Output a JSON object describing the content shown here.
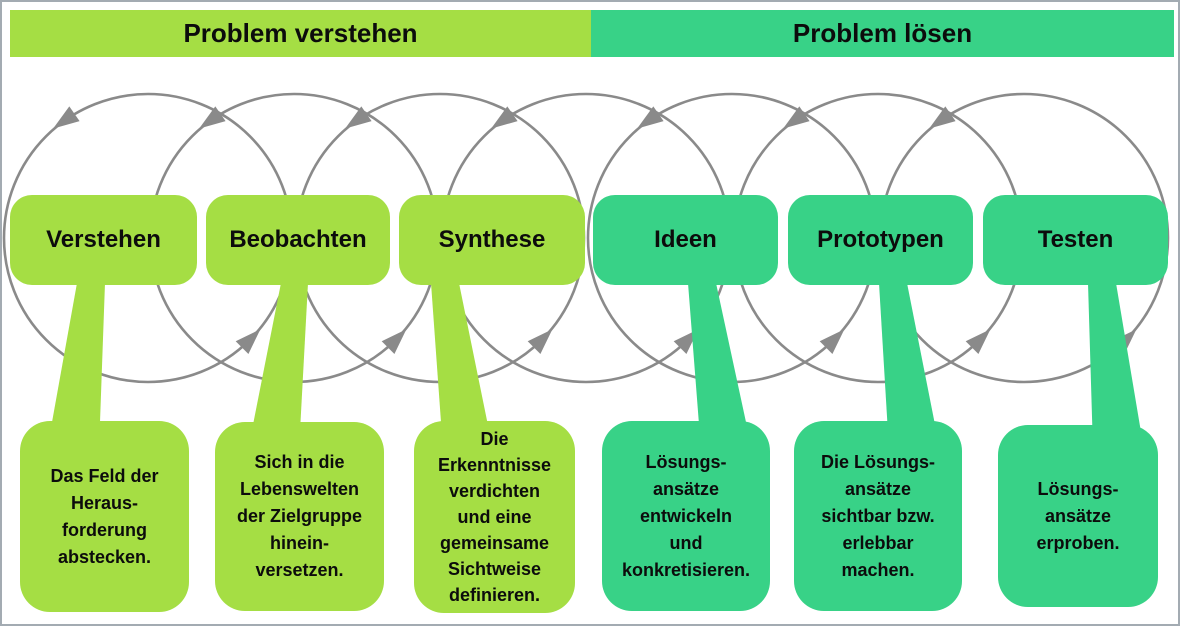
{
  "colors": {
    "light_green": "#a5de44",
    "green": "#38d287",
    "arrow_gray": "#8a8a8a",
    "border_gray": "#a3abb2",
    "background": "#ffffff",
    "text": "#0c0c0c"
  },
  "phases": [
    {
      "label": "Problem verstehen",
      "color_key": "light_green"
    },
    {
      "label": "Problem lösen",
      "color_key": "green"
    }
  ],
  "stages": [
    {
      "label": "Verstehen",
      "phase": 0,
      "description": "Das Feld der\nHeraus-\nforderung\nabstecken."
    },
    {
      "label": "Beobachten",
      "phase": 0,
      "description": "Sich in die\nLebenswelten\nder Zielgruppe\nhinein-\nversetzen."
    },
    {
      "label": "Synthese",
      "phase": 0,
      "description": "Die\nErkenntnisse\nverdichten\nund eine\ngemeinsame\nSichtweise\ndefinieren."
    },
    {
      "label": "Ideen",
      "phase": 1,
      "description": "Lösungs-\nansätze\nentwickeln\nund\nkonkretisieren."
    },
    {
      "label": "Prototypen",
      "phase": 1,
      "description": "Die Lösungs-\nansätze\nsichtbar bzw.\nerlebbar\nmachen."
    },
    {
      "label": "Testen",
      "phase": 1,
      "description": "Lösungs-\nansätze\nerproben."
    }
  ],
  "loops": {
    "count": 7,
    "direction": "counterclockwise"
  }
}
